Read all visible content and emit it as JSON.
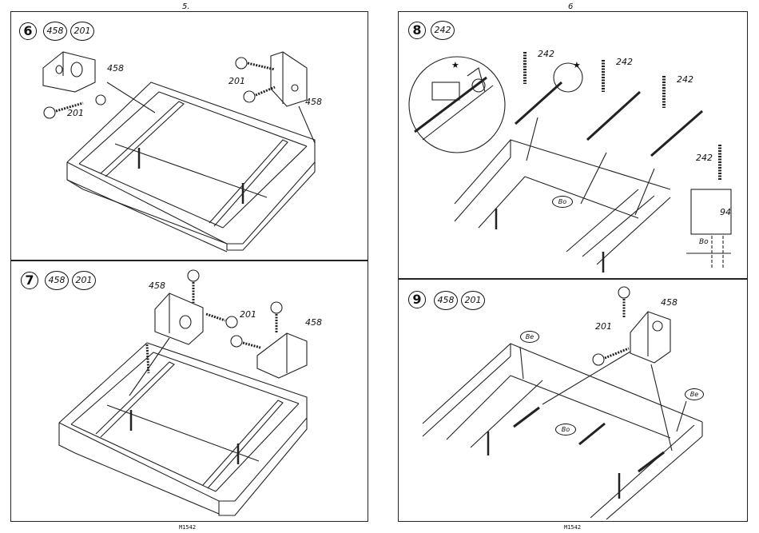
{
  "pages": {
    "left_number": "5.",
    "right_number": "6",
    "left_footer": "M1542",
    "right_footer": "M1542"
  },
  "steps": [
    {
      "number": "6",
      "parts": [
        "458",
        "201"
      ],
      "labels": {
        "bracket": "458",
        "screw": "201",
        "bracket_right": "458",
        "screw_right": "201"
      }
    },
    {
      "number": "7",
      "parts": [
        "458",
        "201"
      ],
      "labels": {
        "bracket": "458",
        "screw": "201",
        "bracket_right": "458"
      }
    },
    {
      "number": "8",
      "parts": [
        "242"
      ],
      "labels": {
        "screw_a": "242",
        "screw_b": "242",
        "screw_c": "242",
        "screw_d": "242",
        "dimension": "94",
        "panel_bo": "Bo",
        "detail_bo": "Bo",
        "star": "★"
      }
    },
    {
      "number": "9",
      "parts": [
        "458",
        "201"
      ],
      "labels": {
        "bracket": "458",
        "screw": "201",
        "panel_be_left": "Be",
        "panel_be_right": "Be",
        "panel_bo": "Bo"
      }
    }
  ]
}
